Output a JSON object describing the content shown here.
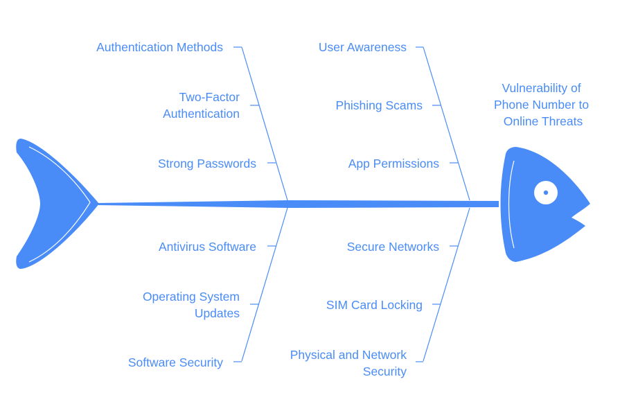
{
  "head": {
    "lines": [
      "Vulnerability of",
      "Phone Number to",
      "Online Threats"
    ]
  },
  "causes": {
    "upper_left": [
      "Authentication Methods",
      "Two-Factor|Authentication",
      "Strong Passwords"
    ],
    "lower_left": [
      "Antivirus Software",
      "Operating System|Updates",
      "Software Security"
    ],
    "upper_right": [
      "User Awareness",
      "Phishing Scams",
      "App Permissions"
    ],
    "lower_right": [
      "Secure Networks",
      "SIM Card Locking",
      "Physical and Network|Security"
    ]
  },
  "colors": {
    "accent": "#4a8cf7",
    "eye": "#ffffff"
  }
}
